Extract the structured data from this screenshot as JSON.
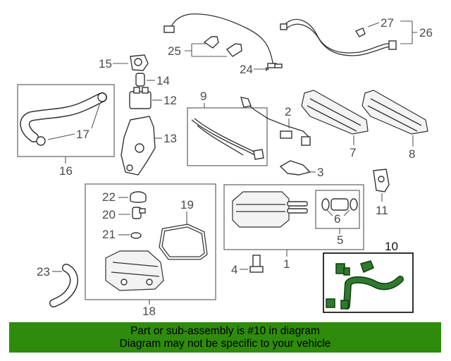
{
  "callouts": {
    "c1": "1",
    "c2": "2",
    "c3": "3",
    "c4": "4",
    "c5": "5",
    "c6": "6",
    "c7": "7",
    "c8": "8",
    "c9": "9",
    "c10": "10",
    "c11": "11",
    "c12": "12",
    "c13": "13",
    "c14": "14",
    "c15": "15",
    "c16": "16",
    "c17": "17",
    "c18": "18",
    "c19": "19",
    "c20": "20",
    "c21": "21",
    "c22": "22",
    "c23": "23",
    "c24": "24",
    "c25": "25",
    "c26": "26",
    "c27": "27"
  },
  "highlight": {
    "part_number": "10",
    "color": "#2e8b0b"
  },
  "banner": {
    "line1": "Part or sub-assembly is #10 in diagram",
    "line2": "Diagram may not be specific to your vehicle",
    "background": "#2e8b0b"
  }
}
